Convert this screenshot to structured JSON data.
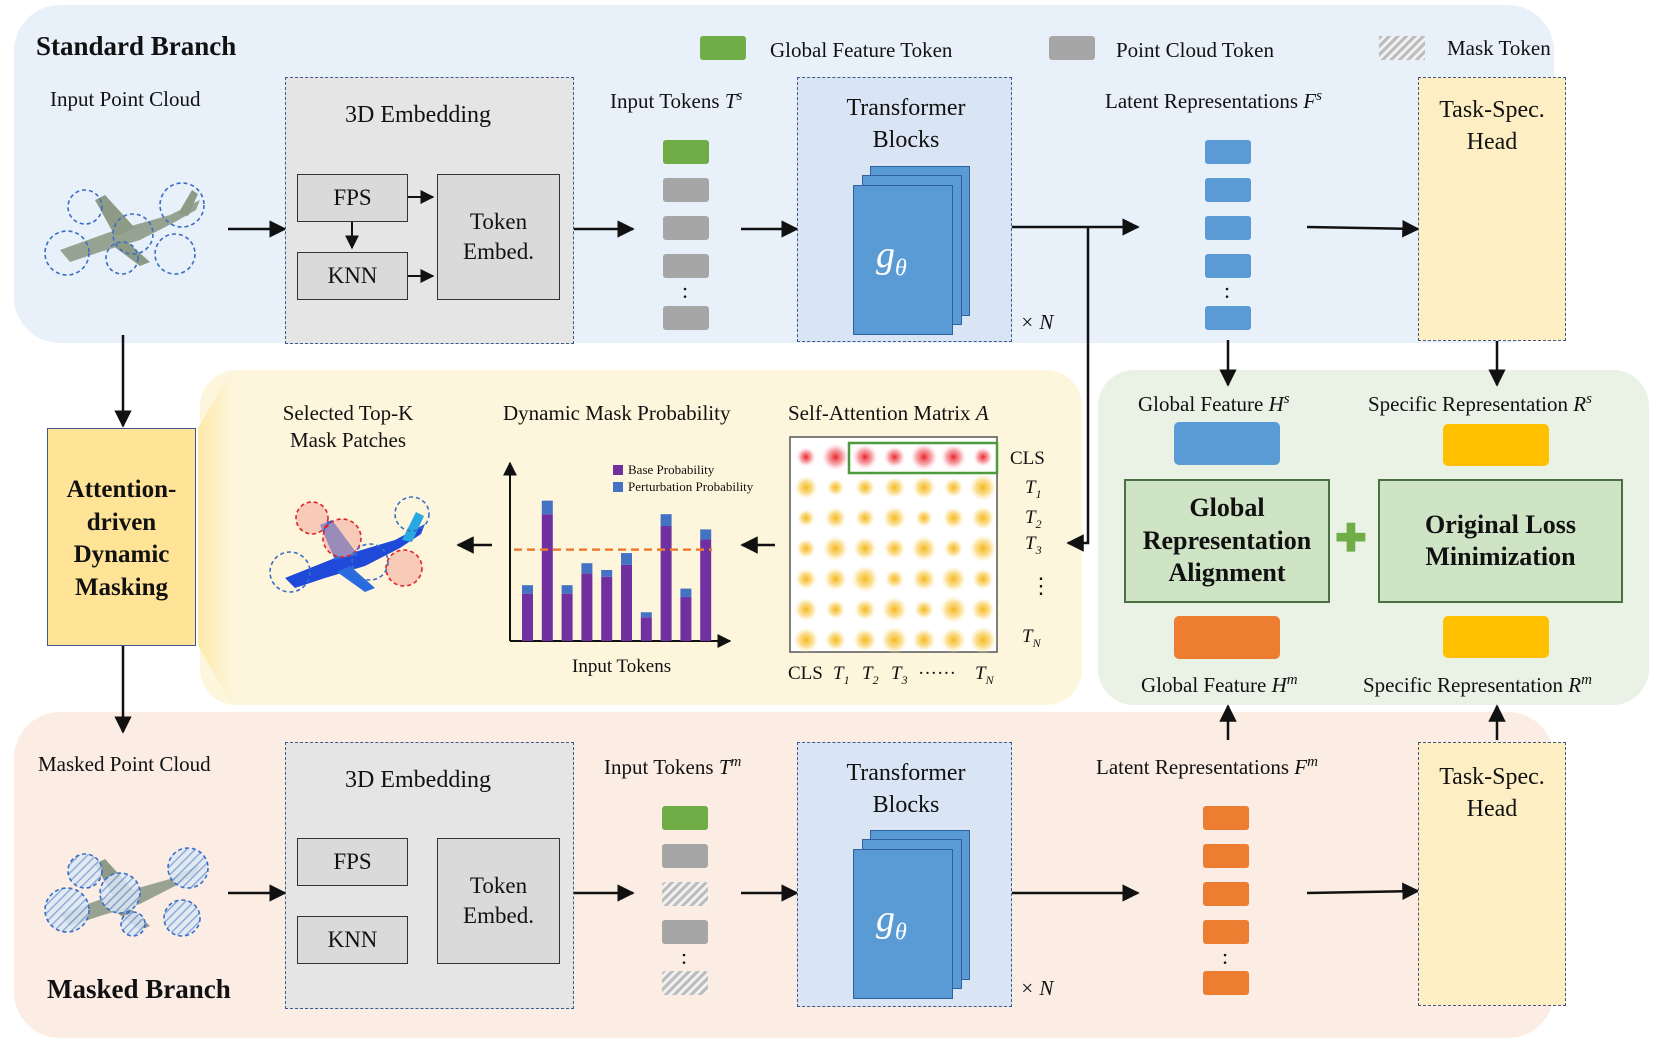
{
  "legend": {
    "global_token": "Global Feature Token",
    "point_token": "Point Cloud Token",
    "mask_token": "Mask Token"
  },
  "standard": {
    "title": "Standard Branch",
    "input_label": "Input Point Cloud",
    "embedding_title": "3D Embedding",
    "fps": "FPS",
    "knn": "KNN",
    "token_embed": "Token Embed.",
    "input_tokens": "Input Tokens",
    "input_tokens_sup": "s",
    "transformer": "Transformer Blocks",
    "g_symbol": "g",
    "g_sub": "θ",
    "times_n": "× N",
    "latent": "Latent Representations",
    "latent_sup": "s",
    "head": "Task-Spec. Head"
  },
  "masked": {
    "title": "Masked Branch",
    "input_label": "Masked Point Cloud",
    "embedding_title": "3D Embedding",
    "fps": "FPS",
    "knn": "KNN",
    "token_embed": "Token Embed.",
    "input_tokens": "Input Tokens",
    "input_tokens_sup": "m",
    "transformer": "Transformer Blocks",
    "g_symbol": "g",
    "g_sub": "θ",
    "times_n": "× N",
    "latent": "Latent Representations",
    "latent_sup": "m",
    "head": "Task-Spec. Head"
  },
  "middle": {
    "adm": "Attention-driven Dynamic Masking",
    "topk": "Selected Top-K Mask Patches",
    "dmp": "Dynamic Mask Probability",
    "sam": "Self-Attention Matrix",
    "sam_symbol": "A",
    "input_tokens_axis": "Input Tokens",
    "row_labels": [
      "CLS",
      "T1",
      "T2",
      "T3",
      "⋮",
      "TN"
    ],
    "col_labels": [
      "CLS",
      "T1",
      "T2",
      "T3",
      "······",
      "TN"
    ]
  },
  "right": {
    "global_s": "Global Feature",
    "global_s_sym": "H",
    "global_s_sup": "s",
    "specific_s": "Specific Representation",
    "specific_s_sym": "R",
    "specific_s_sup": "s",
    "align": "Global Representation Alignment",
    "orig": "Original Loss Minimization",
    "global_m": "Global Feature",
    "global_m_sym": "H",
    "global_m_sup": "m",
    "specific_m": "Specific Representation",
    "specific_m_sym": "R",
    "specific_m_sup": "m"
  },
  "chart_data": {
    "type": "bar",
    "legend": [
      "Base Probability",
      "Perturbation Probability"
    ],
    "base": [
      0.28,
      0.75,
      0.28,
      0.4,
      0.38,
      0.45,
      0.14,
      0.68,
      0.26,
      0.6
    ],
    "perturbation": [
      0.05,
      0.08,
      0.05,
      0.06,
      0.04,
      0.07,
      0.03,
      0.07,
      0.05,
      0.06
    ],
    "threshold": 0.54,
    "ylim": [
      0,
      1
    ],
    "xlabel": "Input Tokens"
  },
  "colors": {
    "standard_bg": "#e8f0fa",
    "masked_bg": "#fbece4",
    "middle_bg": "#fdf5dc",
    "right_bg": "#e9f2e4",
    "adm_fill": "#ffe396",
    "base_bar": "#7030a0",
    "pert_bar": "#4472c4",
    "threshold": "#ed7d31"
  }
}
